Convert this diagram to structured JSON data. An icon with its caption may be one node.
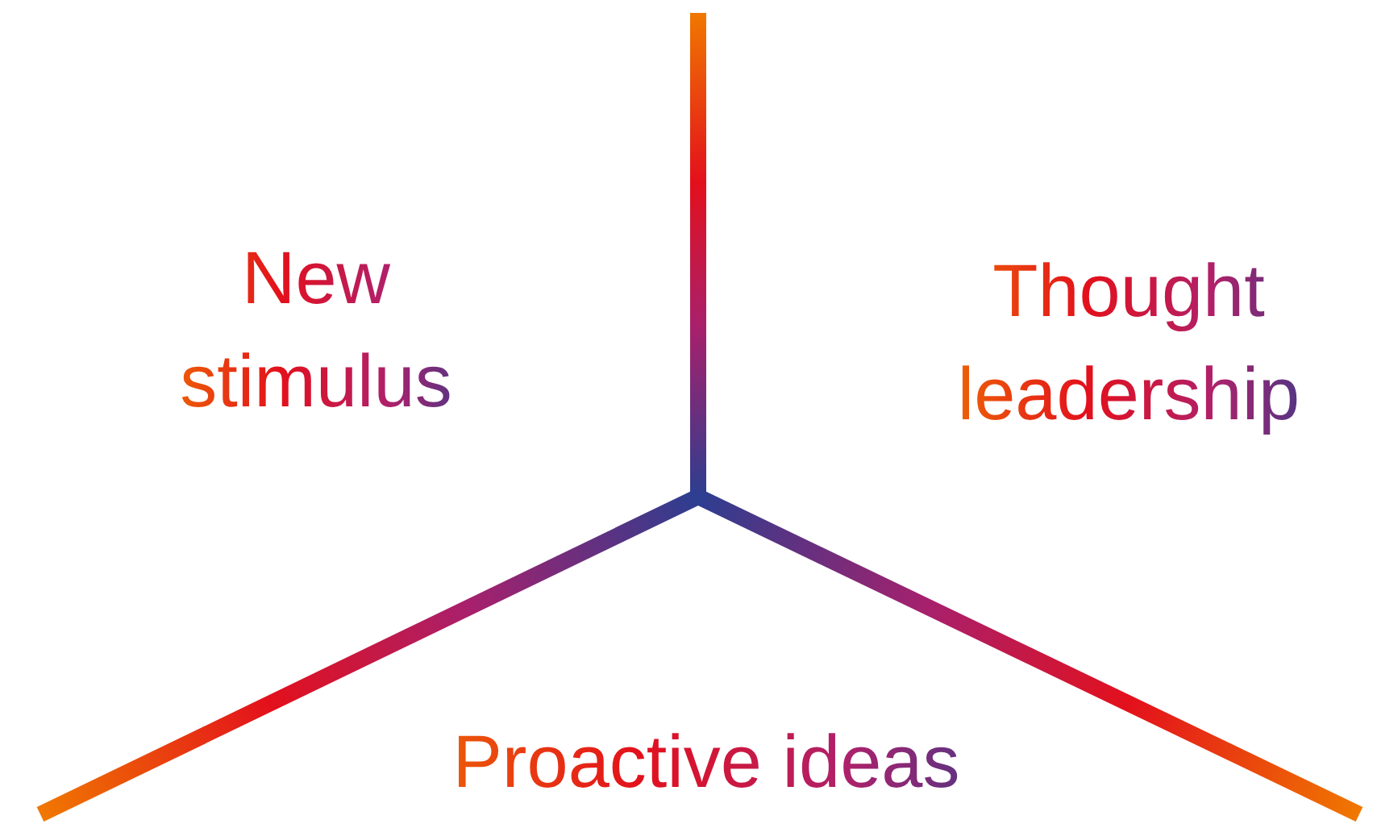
{
  "diagram": {
    "labels": [
      "New stimulus",
      "Thought leadership",
      "Proactive ideas"
    ]
  }
}
